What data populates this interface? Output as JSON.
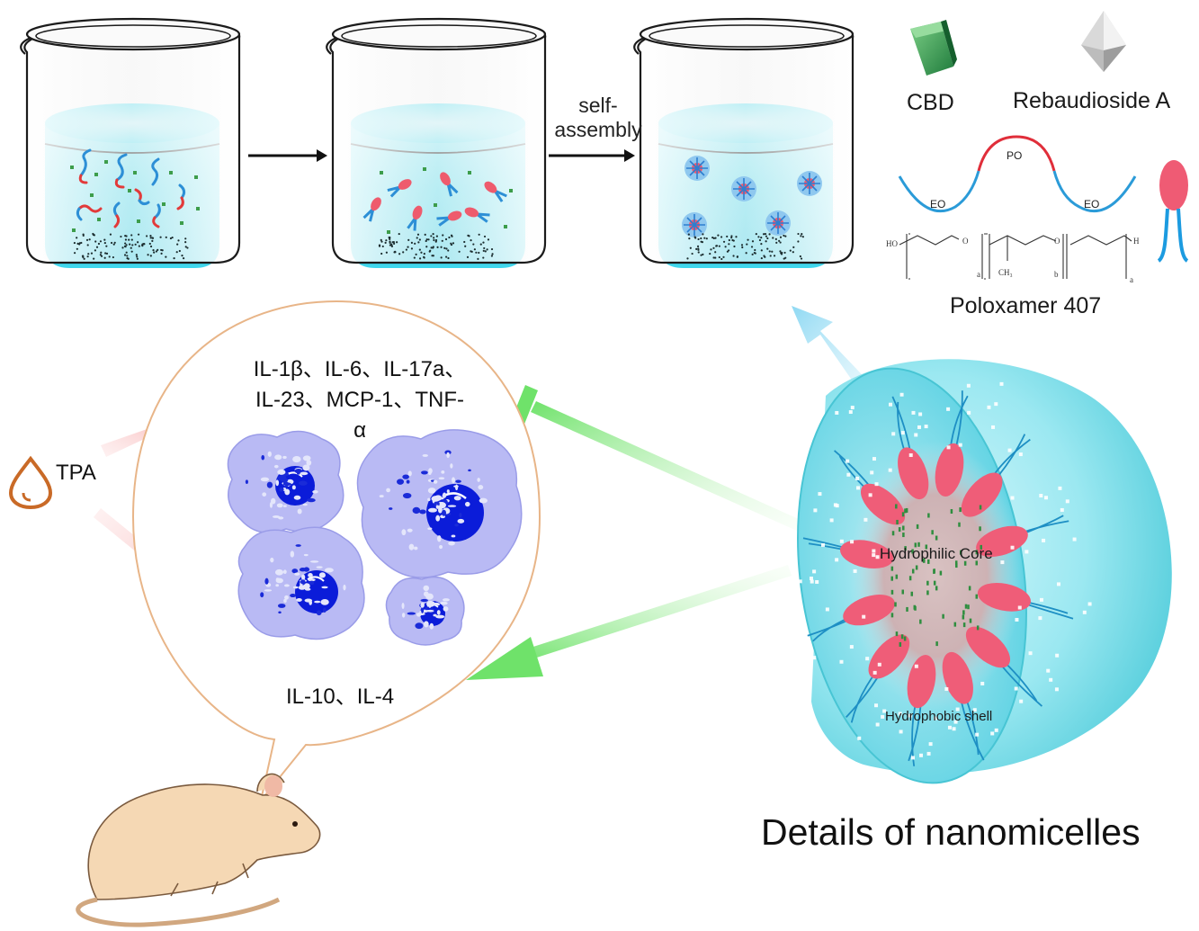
{
  "process": {
    "step_label_line1": "self-",
    "step_label_line2": "assembly"
  },
  "legend": {
    "cbd": "CBD",
    "rebaudioside": "Rebaudioside A",
    "poloxamer": "Poloxamer 407",
    "block_po": "PO",
    "block_eo_left": "EO",
    "block_eo_right": "EO"
  },
  "bubble": {
    "proinflammatory_line1": "IL-1β、IL-6、IL-17a、",
    "proinflammatory_line2": "IL-23、MCP-1、TNF-",
    "proinflammatory_line3": "α",
    "antiinflammatory": "IL-10、IL-4"
  },
  "inducer": {
    "label": "TPA"
  },
  "micelle": {
    "core_label": "Hydrophilic Core",
    "shell_label": "Hydrophobic shell"
  },
  "section_title": "Details of nanomicelles",
  "colors": {
    "liquid": "#5fe3f3",
    "liquid_top": "#7fe9f7",
    "activate_arrow": "#f47f80",
    "inhibit_arrow": "#74e36f",
    "macrophage_body": "#b8b9f3",
    "macrophage_nucleus": "#0a1bd8",
    "micelle_pink": "#f0607a",
    "pointer_arrow": "#8fd9f3"
  }
}
